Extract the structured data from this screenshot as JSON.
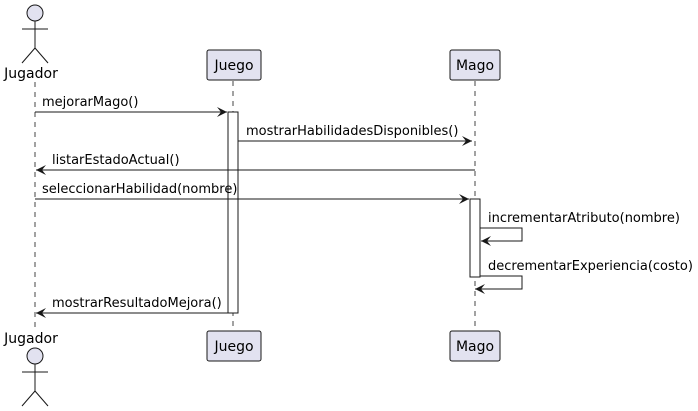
{
  "participants": [
    {
      "id": "jugador",
      "name": "Jugador",
      "kind": "actor"
    },
    {
      "id": "juego",
      "name": "Juego",
      "kind": "participant"
    },
    {
      "id": "mago",
      "name": "Mago",
      "kind": "participant"
    }
  ],
  "messages": [
    {
      "from": "jugador",
      "to": "juego",
      "label": "mejorarMago()"
    },
    {
      "from": "juego",
      "to": "mago",
      "label": "mostrarHabilidadesDisponibles()"
    },
    {
      "from": "mago",
      "to": "jugador",
      "label": "listarEstadoActual()"
    },
    {
      "from": "jugador",
      "to": "mago",
      "label": "seleccionarHabilidad(nombre)"
    },
    {
      "from": "mago",
      "to": "mago",
      "label": "incrementarAtributo(nombre)"
    },
    {
      "from": "mago",
      "to": "mago",
      "label": "decrementarExperiencia(costo)"
    },
    {
      "from": "juego",
      "to": "jugador",
      "label": "mostrarResultadoMejora()"
    }
  ],
  "colors": {
    "participant_fill": "#E2E2F0",
    "participant_border": "#181818",
    "lifeline": "#181818",
    "arrow": "#181818"
  }
}
